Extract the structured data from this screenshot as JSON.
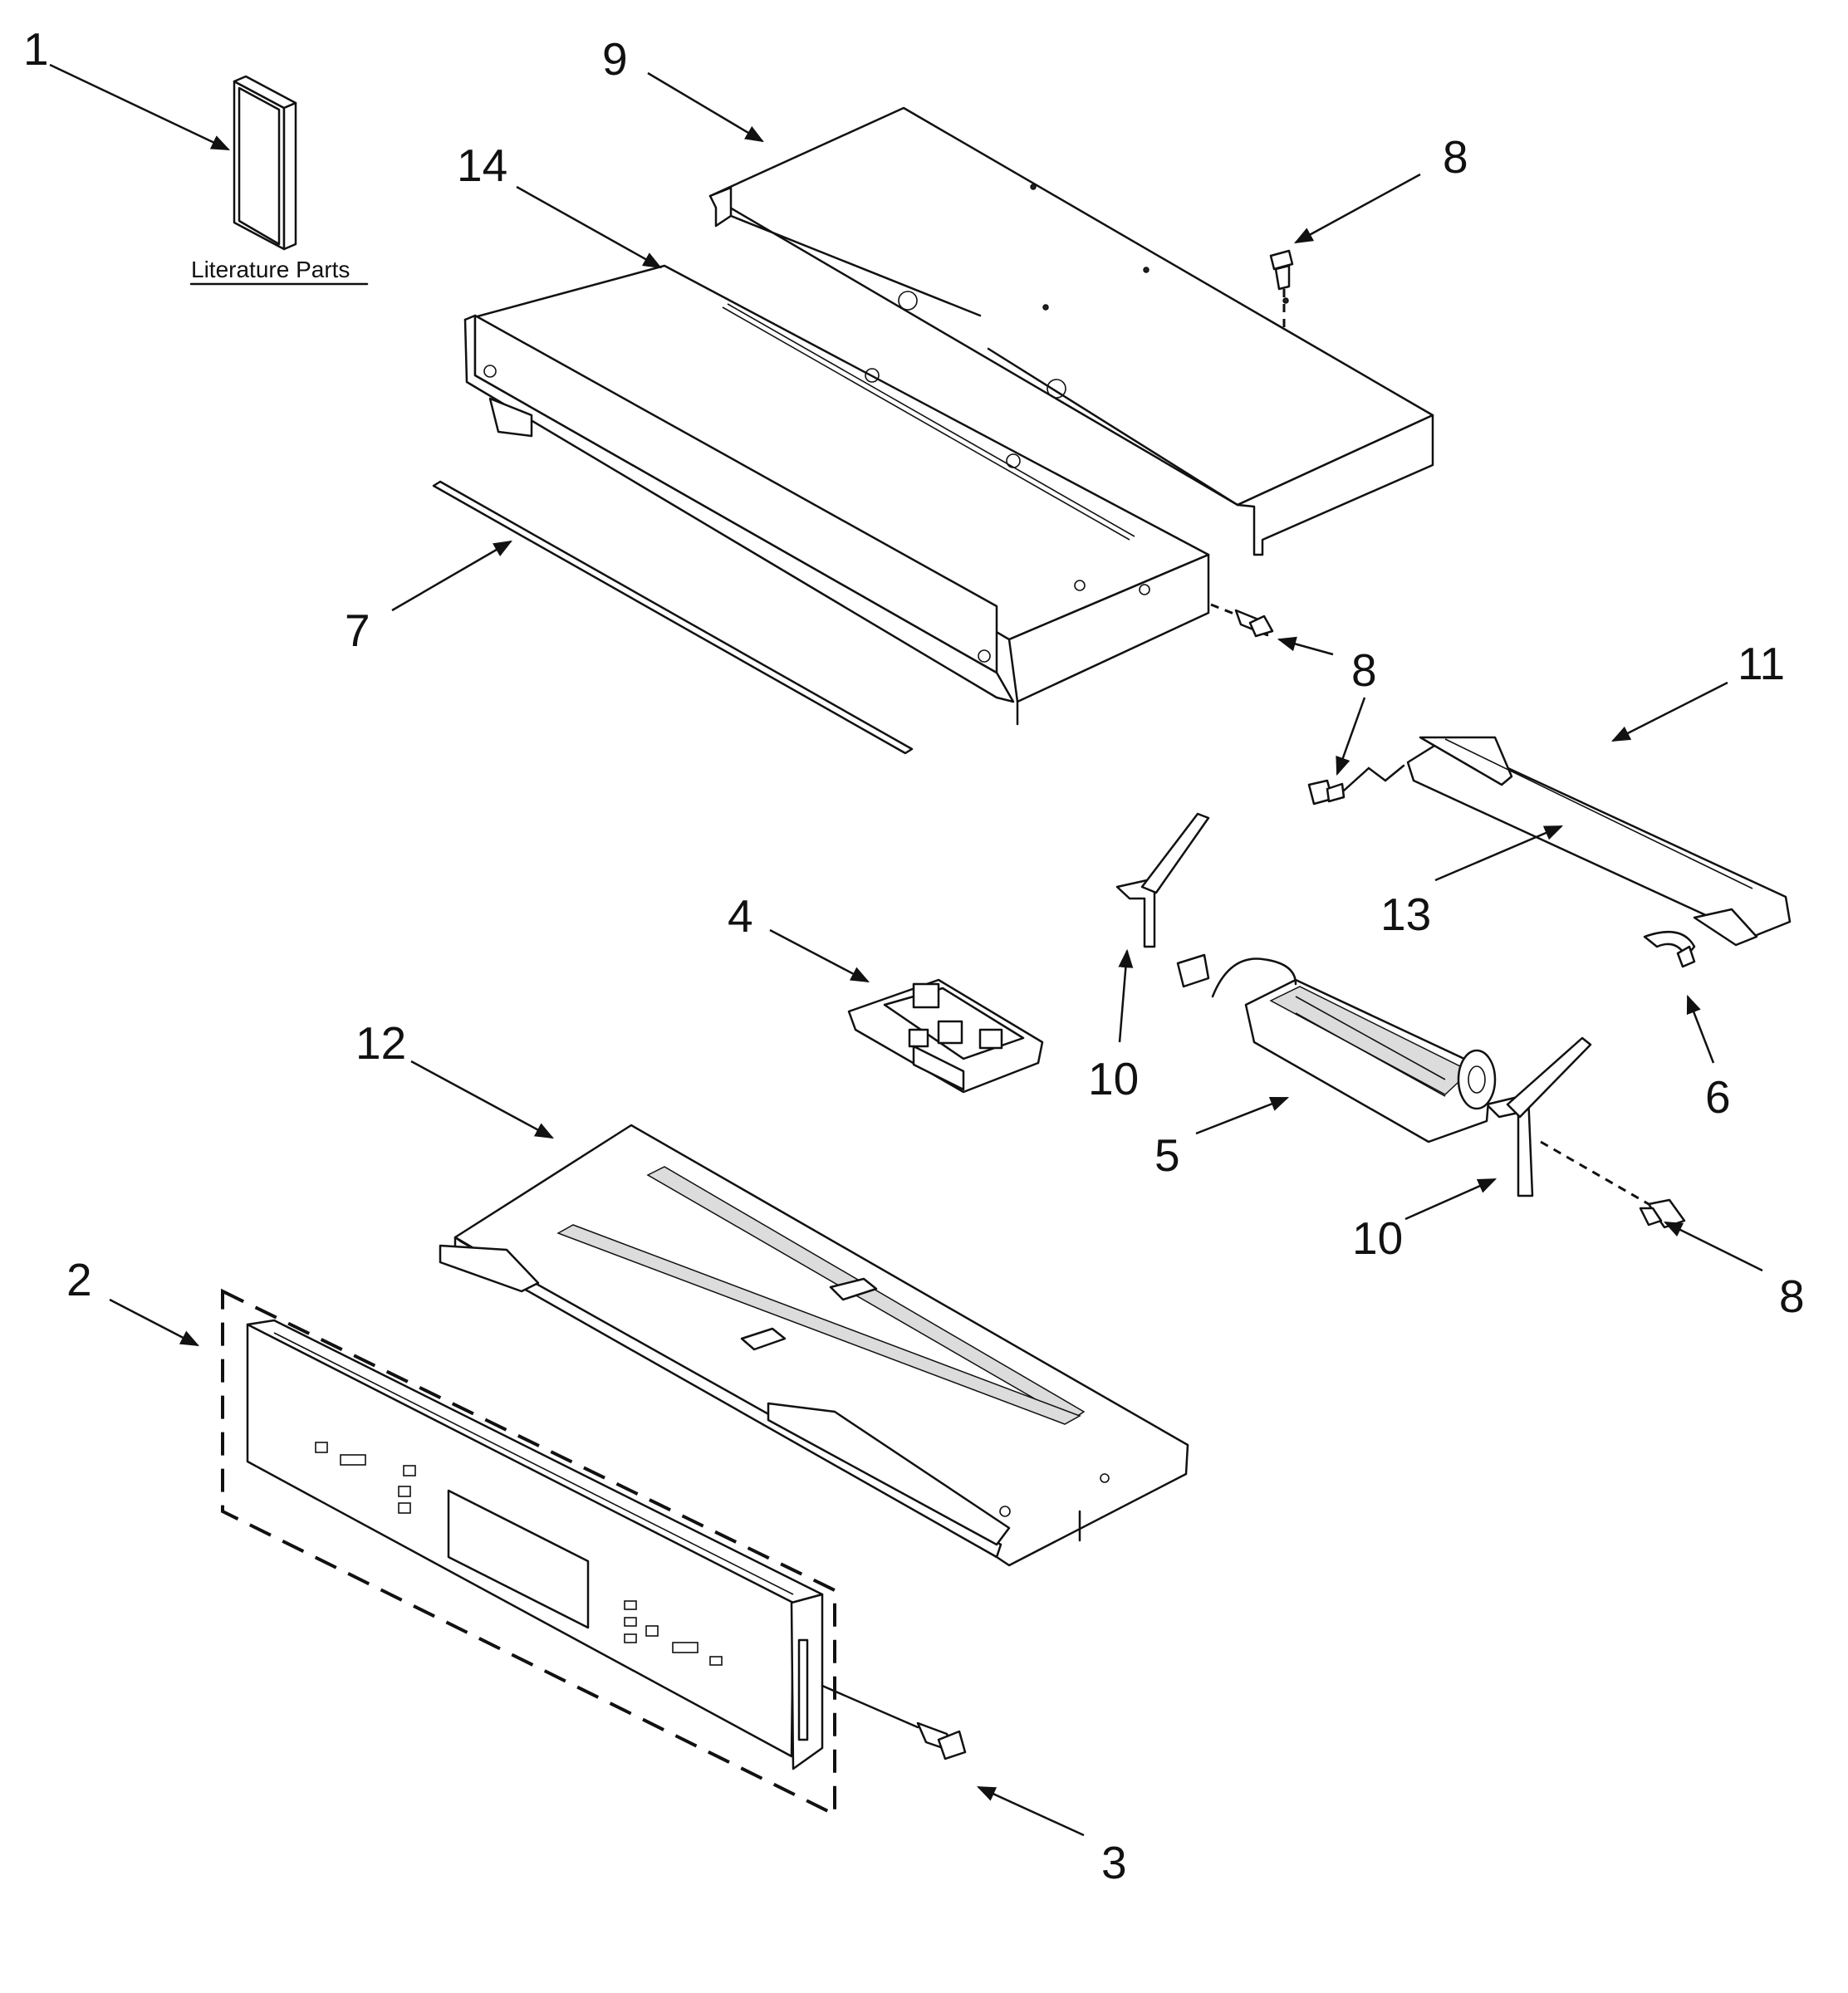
{
  "literature_label": "Literature Parts",
  "callouts": {
    "c1": "1",
    "c2": "2",
    "c3": "3",
    "c4": "4",
    "c5": "5",
    "c6": "6",
    "c7": "7",
    "c8a": "8",
    "c8b": "8",
    "c8c": "8",
    "c9": "9",
    "c10a": "10",
    "c10b": "10",
    "c11": "11",
    "c12": "12",
    "c13": "13",
    "c14": "14"
  },
  "colors": {
    "ink": "#111111",
    "background": "#ffffff"
  }
}
